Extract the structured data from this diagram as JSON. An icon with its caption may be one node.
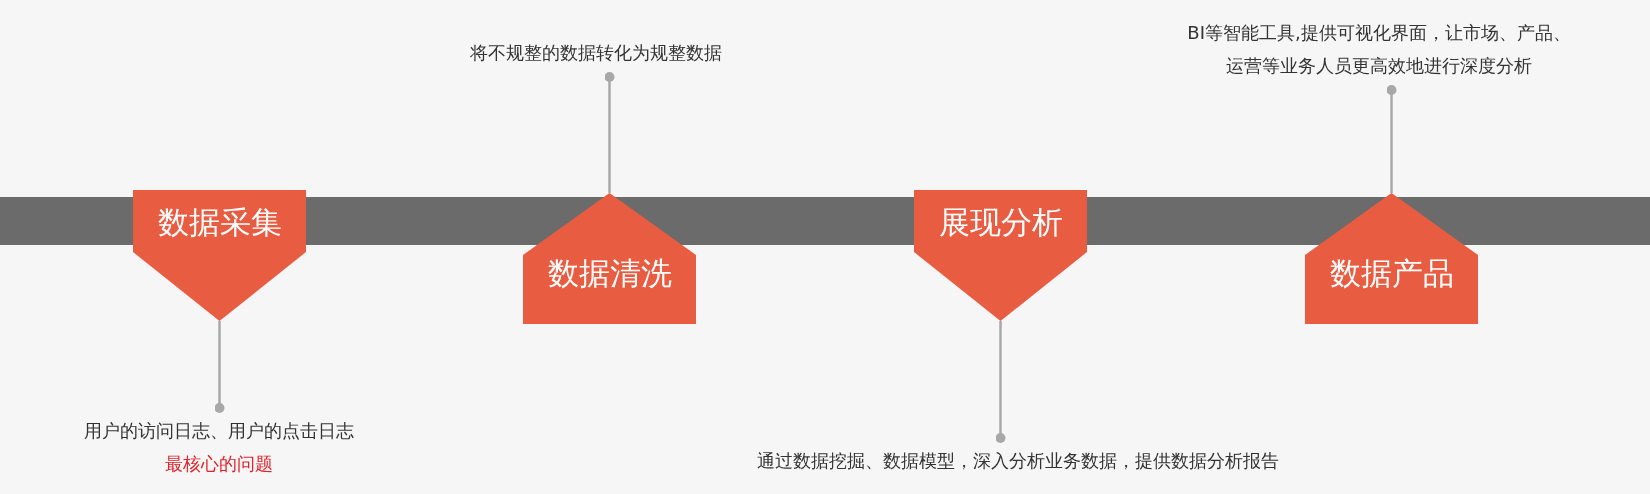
{
  "diagram": {
    "nodes": [
      {
        "text": [
          "数据采集"
        ]
      },
      {
        "text": [
          "数据清洗"
        ]
      },
      {
        "text": [
          "展现分析"
        ]
      },
      {
        "text": [
          "数据产品"
        ]
      },
      {
        "text": [
          "用户的访问日志、用户的点击日志",
          "最核心的问题"
        ]
      },
      {
        "text": [
          "将不规整的数据转化为规整数据"
        ]
      },
      {
        "text": [
          "通过数据挖掘、数据模型，深入分析业务数据，提供数据分析报告"
        ]
      },
      {
        "text": [
          "BI等智能工具,提供可视化界面，让市场、产品、运营等业务人员更高效地进行深度分析"
        ]
      }
    ],
    "edges": [
      {
        "from": 0,
        "to": 4,
        "arrow": "other"
      },
      {
        "from": 1,
        "to": 5,
        "arrow": "other"
      },
      {
        "from": 2,
        "to": 6,
        "arrow": "other"
      },
      {
        "from": 3,
        "to": 7,
        "arrow": "other"
      }
    ]
  }
}
